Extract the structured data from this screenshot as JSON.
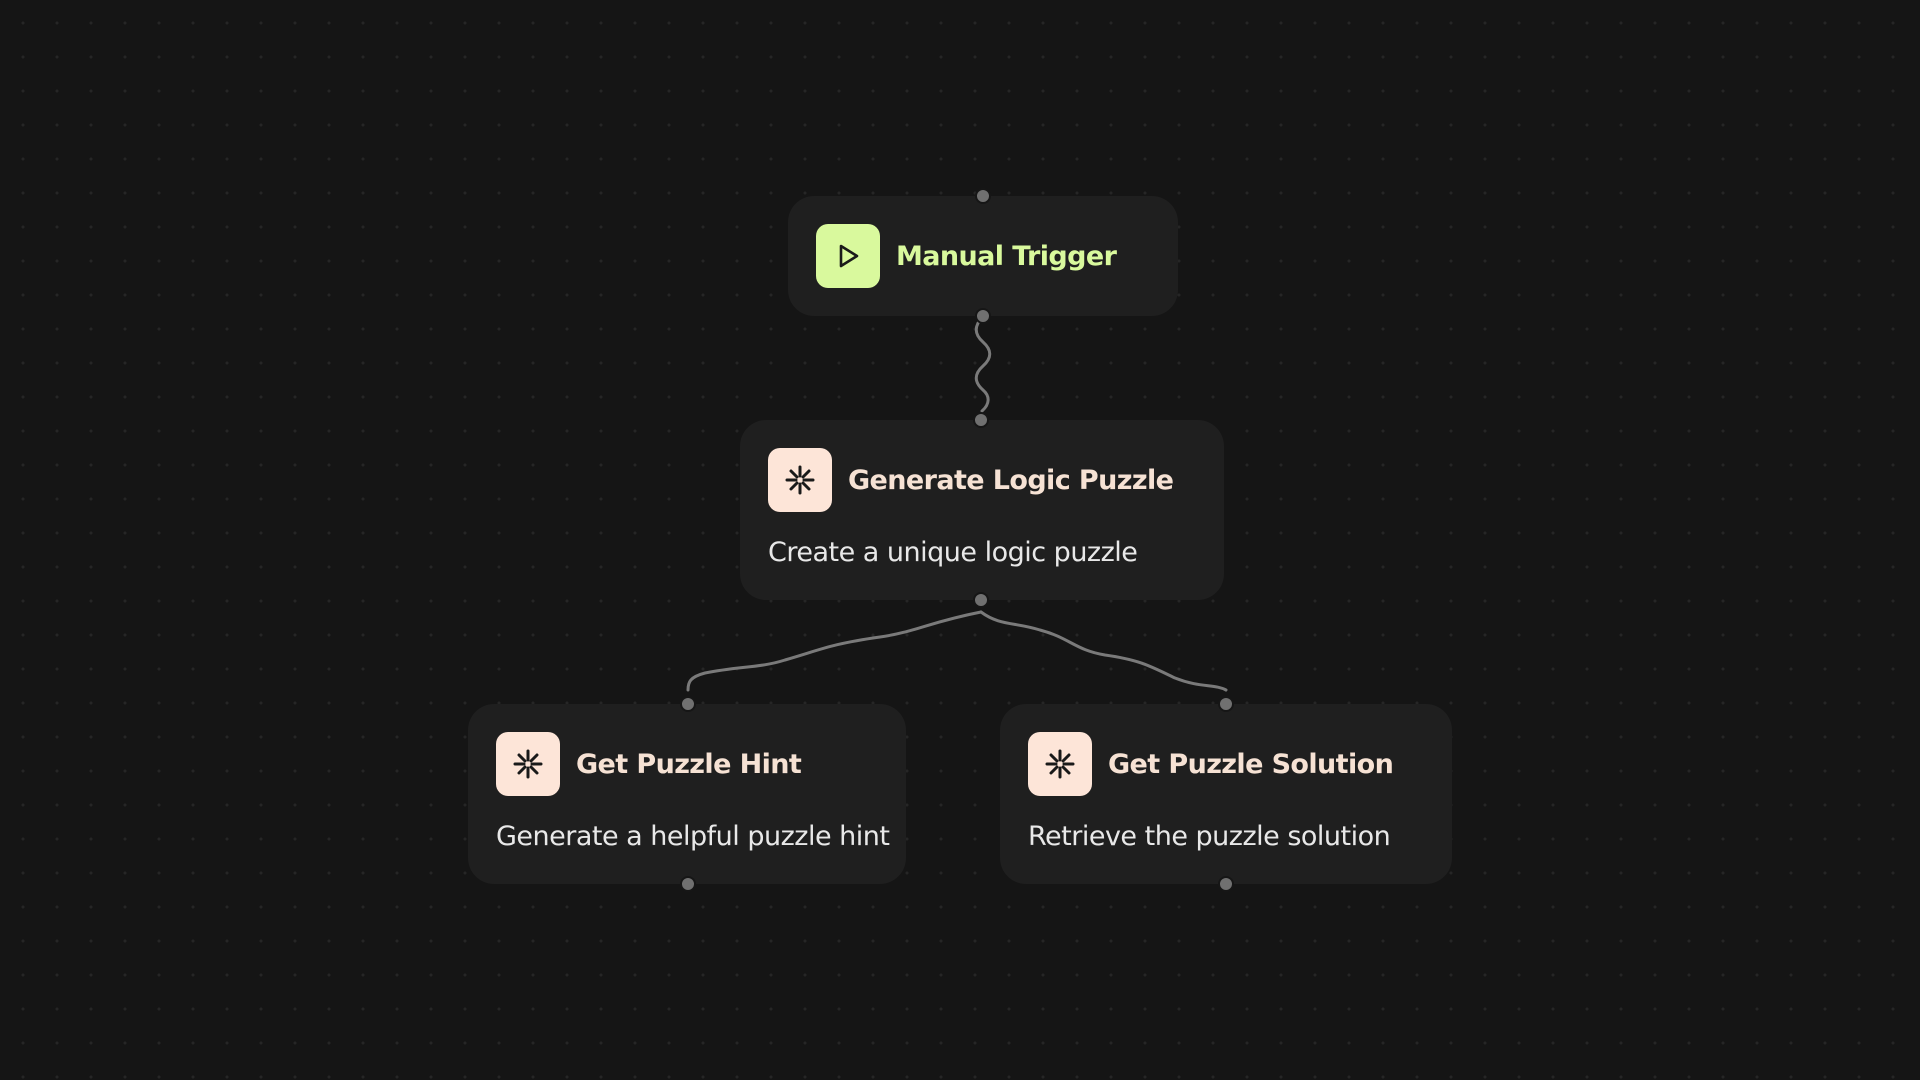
{
  "colors": {
    "background": "#151515",
    "node_background": "#1f1f1f",
    "trigger_accent": "#d9f99d",
    "trigger_title": "#d9f99d",
    "ai_icon_background": "#fde5d8",
    "ai_title": "#f6e2d4",
    "description": "#e8e8e8",
    "edge": "#7a7a7a",
    "port": "#707070"
  },
  "nodes": {
    "trigger": {
      "icon": "play-icon",
      "title": "Manual Trigger"
    },
    "generate": {
      "icon": "sparkle-asterisk-icon",
      "title": "Generate Logic Puzzle",
      "description": "Create a unique logic puzzle"
    },
    "hint": {
      "icon": "sparkle-asterisk-icon",
      "title": "Get Puzzle Hint",
      "description": "Generate a helpful puzzle hint"
    },
    "solution": {
      "icon": "sparkle-asterisk-icon",
      "title": "Get Puzzle Solution",
      "description": "Retrieve the puzzle solution"
    }
  }
}
